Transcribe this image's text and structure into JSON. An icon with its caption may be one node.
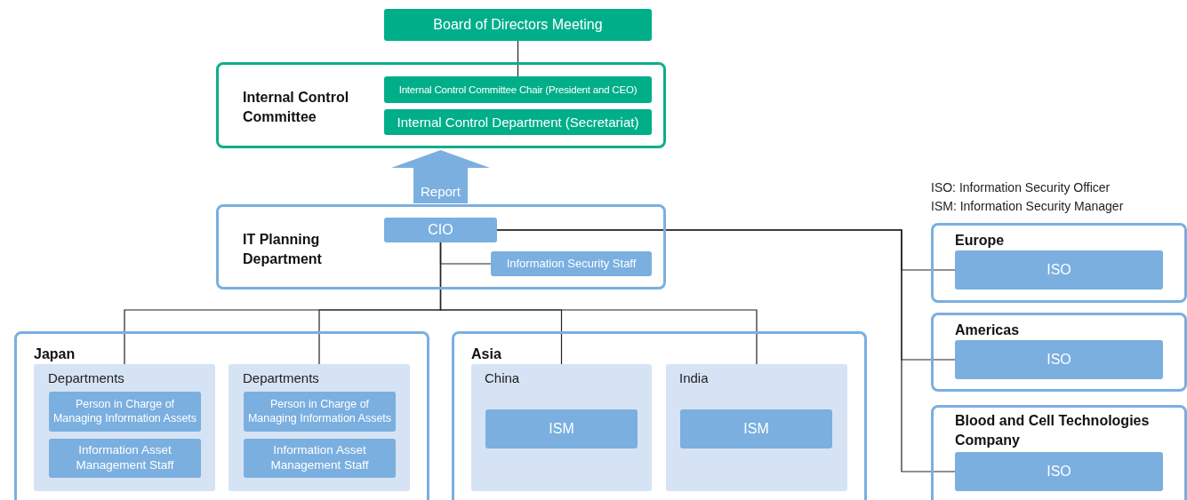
{
  "diagram": {
    "nodes": [
      {
        "text": [
          "Board of Directors Meeting"
        ]
      },
      {
        "text": [
          "Internal Control Committee"
        ]
      },
      {
        "text": [
          "Internal Control Committee Chair (President and CEO)"
        ],
        "in": 1
      },
      {
        "text": [
          "Internal Control Department (Secretariat)"
        ],
        "in": 1
      },
      {
        "text": [
          "IT Planning Department"
        ]
      },
      {
        "text": [
          "CIO"
        ],
        "in": 4
      },
      {
        "text": [
          "Information Security Staff"
        ],
        "in": 4
      },
      {
        "text": [
          "Japan"
        ]
      },
      {
        "text": [
          "Departments"
        ],
        "in": 7
      },
      {
        "text": [
          "Person in Charge of Managing Information Assets"
        ],
        "in": 8
      },
      {
        "text": [
          "Information Asset Management Staff"
        ],
        "in": 8
      },
      {
        "text": [
          "Departments"
        ],
        "in": 7
      },
      {
        "text": [
          "Person in Charge of Managing Information Assets"
        ],
        "in": 11
      },
      {
        "text": [
          "Information Asset Management Staff"
        ],
        "in": 11
      },
      {
        "text": [
          "Asia"
        ]
      },
      {
        "text": [
          "China"
        ],
        "in": 14
      },
      {
        "text": [
          "ISM"
        ],
        "in": 15
      },
      {
        "text": [
          "India"
        ],
        "in": 14
      },
      {
        "text": [
          "ISM"
        ],
        "in": 17
      },
      {
        "text": [
          "Europe"
        ]
      },
      {
        "text": [
          "ISO"
        ],
        "in": 19
      },
      {
        "text": [
          "Americas"
        ]
      },
      {
        "text": [
          "ISO"
        ],
        "in": 21
      },
      {
        "text": [
          "Blood and Cell Technologies Company"
        ]
      },
      {
        "text": [
          "ISO"
        ],
        "in": 23
      }
    ],
    "edges": [
      {
        "from": 0,
        "to": 2,
        "arrow": "none"
      },
      {
        "from": 4,
        "to": 1,
        "arrow": "to",
        "label": "Report",
        "style": "thick",
        "color": "#7aafe0"
      },
      {
        "from": 5,
        "to": 6,
        "arrow": "none"
      },
      {
        "from": 5,
        "to": 8,
        "arrow": "none"
      },
      {
        "from": 5,
        "to": 11,
        "arrow": "none"
      },
      {
        "from": 5,
        "to": 15,
        "arrow": "none"
      },
      {
        "from": 5,
        "to": 17,
        "arrow": "none"
      },
      {
        "from": 5,
        "to": 20,
        "arrow": "none"
      },
      {
        "from": 5,
        "to": 22,
        "arrow": "none"
      },
      {
        "from": 5,
        "to": 24,
        "arrow": "none"
      }
    ],
    "labels": [
      "ISO: Information Security Officer",
      "ISM: Information Security Manager"
    ]
  }
}
